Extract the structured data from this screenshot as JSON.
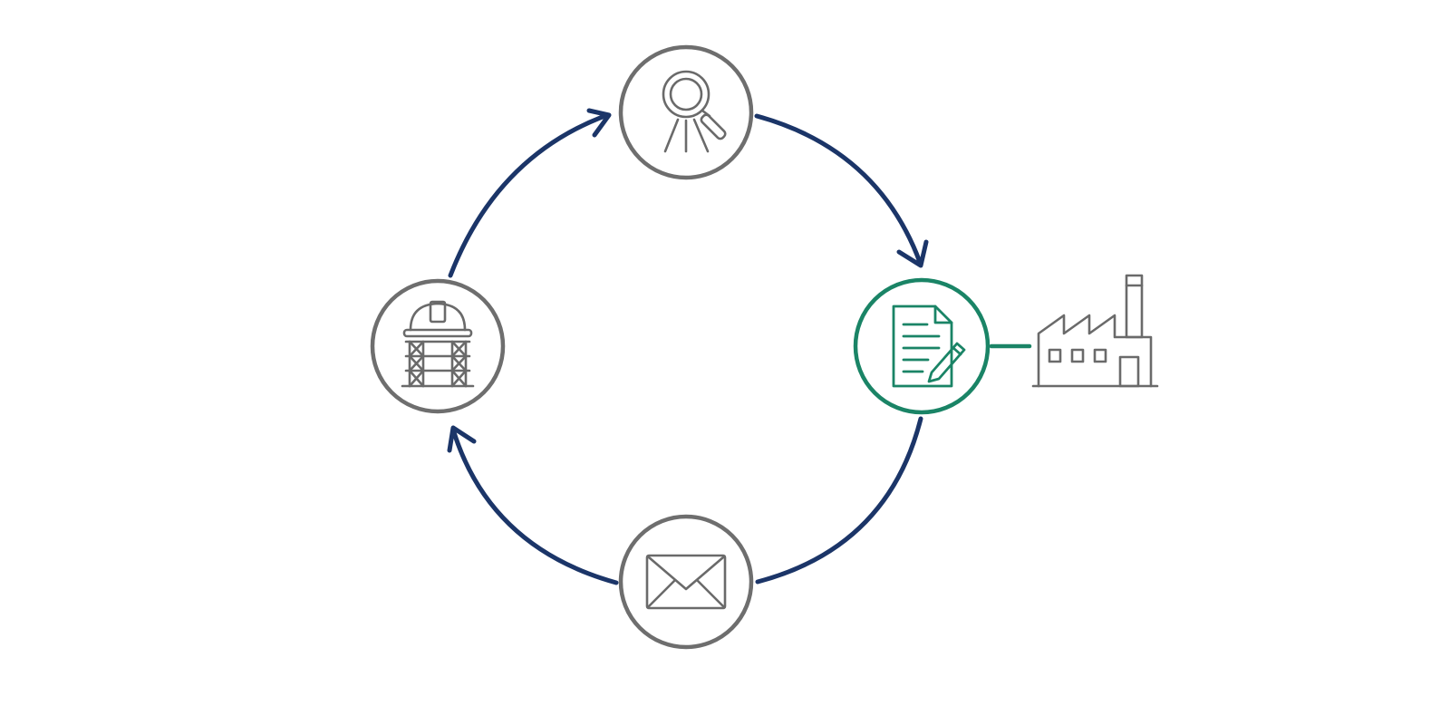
{
  "colors": {
    "background": "#ffffff",
    "cycle_arrow": "#1b3568",
    "node_outline": "#6e6e6e",
    "icon_gray": "#6a6a6a",
    "highlight_green": "#1a8466",
    "factory": "#6a6a6a"
  },
  "nodes": [
    {
      "id": "inspection",
      "icon": "magnifier-survey-icon",
      "highlighted": false
    },
    {
      "id": "documentation",
      "icon": "document-pen-icon",
      "highlighted": true
    },
    {
      "id": "communication",
      "icon": "envelope-icon",
      "highlighted": false
    },
    {
      "id": "construction",
      "icon": "hardhat-scaffold-icon",
      "highlighted": false
    }
  ],
  "external": {
    "icon": "factory-icon",
    "connected_to": "documentation"
  },
  "cycle": {
    "direction": "clockwise",
    "arrows": 4
  }
}
